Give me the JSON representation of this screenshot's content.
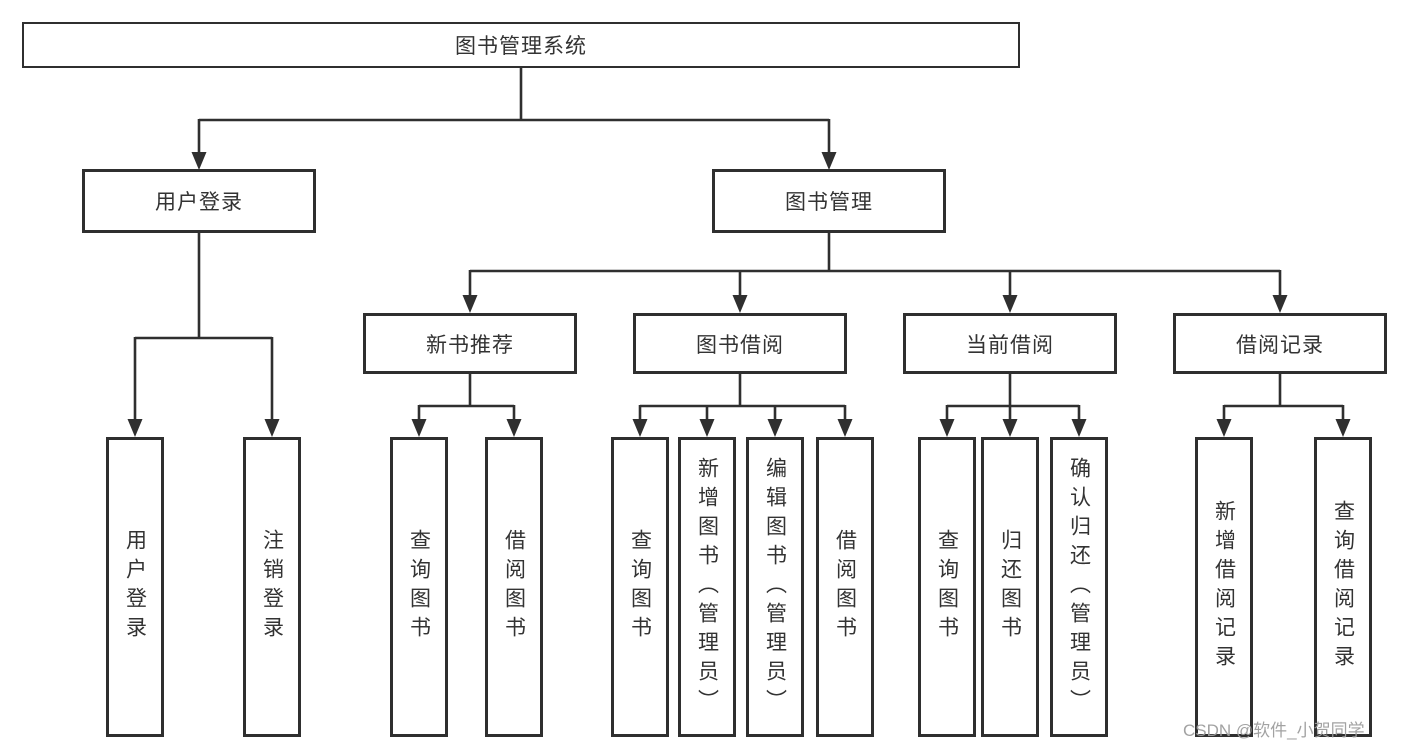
{
  "tree": {
    "label": "图书管理系统",
    "children": [
      {
        "label": "用户登录",
        "children": [
          {
            "label": "用户登录"
          },
          {
            "label": "注销登录"
          }
        ]
      },
      {
        "label": "图书管理",
        "children": [
          {
            "label": "新书推荐",
            "children": [
              {
                "label": "查询图书"
              },
              {
                "label": "借阅图书"
              }
            ]
          },
          {
            "label": "图书借阅",
            "children": [
              {
                "label": "查询图书"
              },
              {
                "label": "新增图书（管理员）"
              },
              {
                "label": "编辑图书（管理员）"
              },
              {
                "label": "借阅图书"
              }
            ]
          },
          {
            "label": "当前借阅",
            "children": [
              {
                "label": "查询图书"
              },
              {
                "label": "归还图书"
              },
              {
                "label": "确认归还（管理员）"
              }
            ]
          },
          {
            "label": "借阅记录",
            "children": [
              {
                "label": "新增借阅记录"
              },
              {
                "label": "查询借阅记录"
              }
            ]
          }
        ]
      }
    ]
  },
  "watermark": "CSDN @软件_小贺同学",
  "colors": {
    "line": "#2f2f2f",
    "box_border": "#2f2f2f",
    "text": "#333333",
    "watermark": "#9e9e9e",
    "background": "#ffffff"
  }
}
